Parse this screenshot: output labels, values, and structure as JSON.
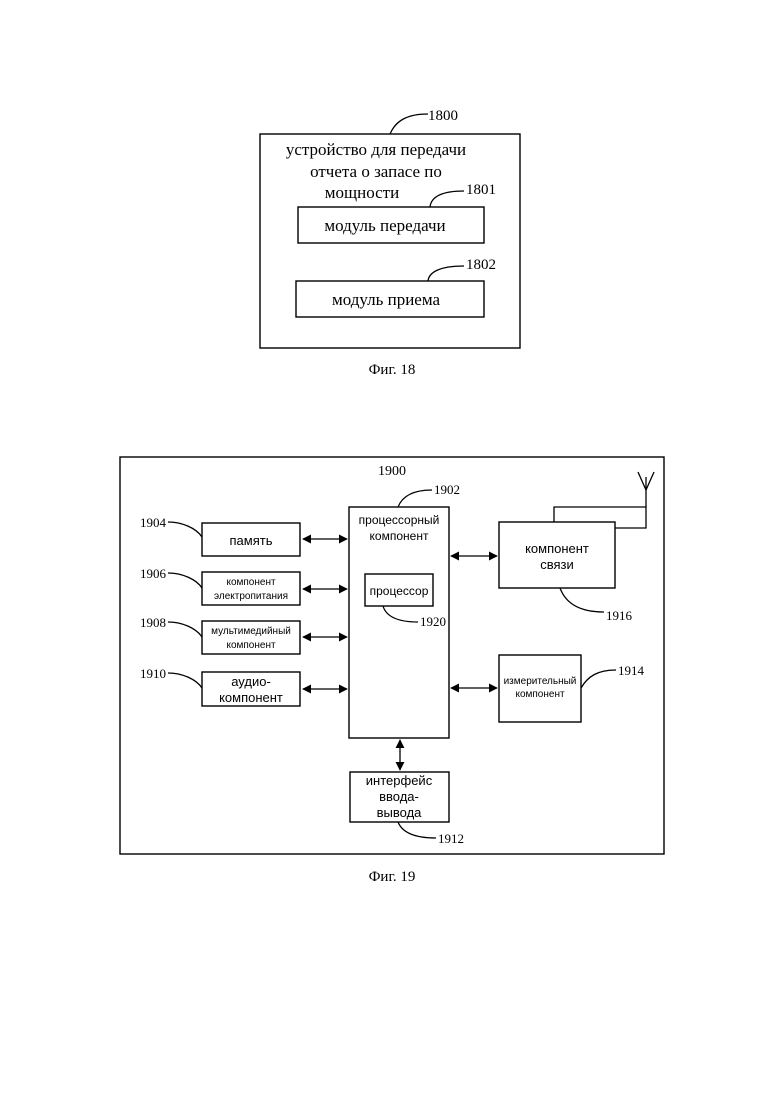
{
  "fig18": {
    "ref_device": "1800",
    "device_label": [
      "устройство для передачи",
      "отчета о запасе по",
      "мощности"
    ],
    "ref_tx": "1801",
    "tx_module": "модуль передачи",
    "ref_rx": "1802",
    "rx_module": "модуль приема",
    "caption": "Фиг. 18"
  },
  "fig19": {
    "ref_device": "1900",
    "processor_component": {
      "ref": "1902",
      "label": [
        "процессорный",
        "компонент"
      ]
    },
    "processor": {
      "ref": "1920",
      "label": "процессор"
    },
    "memory": {
      "ref": "1904",
      "label": "память"
    },
    "power": {
      "ref": "1906",
      "label": [
        "компонент",
        "электропитания"
      ]
    },
    "multimedia": {
      "ref": "1908",
      "label": [
        "мультимедийный",
        "компонент"
      ]
    },
    "audio": {
      "ref": "1910",
      "label": [
        "аудио-",
        "компонент"
      ]
    },
    "io": {
      "ref": "1912",
      "label": [
        "интерфейс",
        "ввода-",
        "вывода"
      ]
    },
    "sensor": {
      "ref": "1914",
      "label": [
        "измерительный",
        "компонент"
      ]
    },
    "comm": {
      "ref": "1916",
      "label": [
        "компонент",
        "связи"
      ]
    },
    "caption": "Фиг. 19"
  }
}
